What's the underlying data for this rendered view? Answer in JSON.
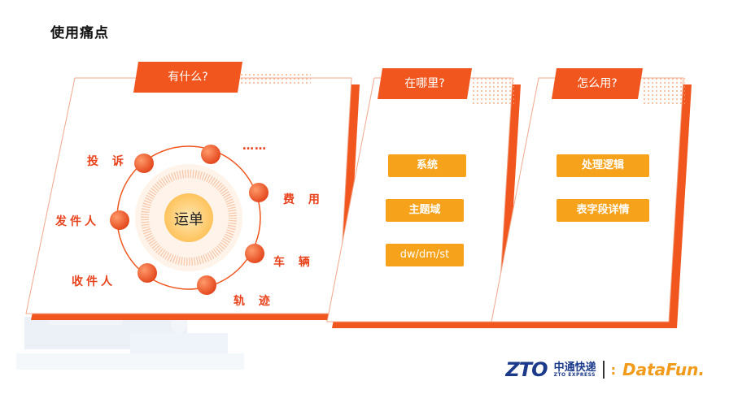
{
  "title": "使用痛点",
  "panels": [
    {
      "tab": "有什么?"
    },
    {
      "tab": "在哪里?",
      "items": [
        "系统",
        "主题域",
        "dw/dm/st"
      ]
    },
    {
      "tab": "怎么用?",
      "items": [
        "处理逻辑",
        "表字段详情"
      ]
    }
  ],
  "diagram": {
    "center": "运单",
    "labels": [
      "投 诉",
      "……",
      "费 用",
      "发件人",
      "车 辆",
      "收件人",
      "轨 迹"
    ]
  },
  "logo": {
    "zto": "ZTO",
    "zto_cn": "中通快递",
    "zto_en": "ZTO EXPRESS",
    "datafun": "DataFun."
  },
  "colors": {
    "accent": "#f0561e",
    "pill": "#f7a21b",
    "label": "#e8421b"
  }
}
